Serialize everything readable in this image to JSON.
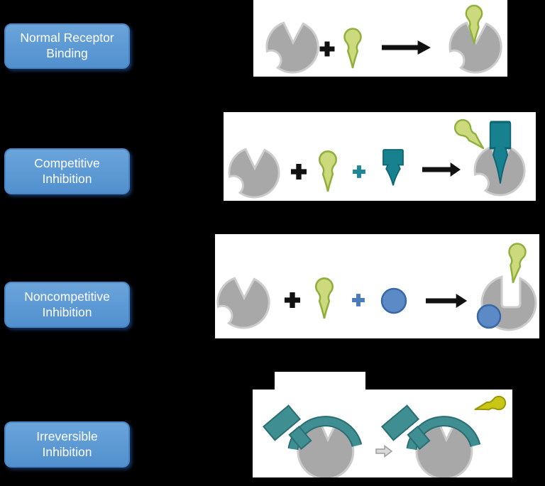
{
  "rows": [
    {
      "label": "Normal Receptor Binding"
    },
    {
      "label": "Competitive Inhibition"
    },
    {
      "label": "Noncompetitive Inhibition"
    },
    {
      "label": "Irreversible Inhibition"
    }
  ],
  "icons": {
    "receptor": "receptor-icon",
    "agonist_ligand": "ligand-icon",
    "competitive_inhibitor": "competitive-inhibitor-icon",
    "allosteric_inhibitor": "allosteric-inhibitor-icon",
    "irreversible_inhibitor": "irreversible-inhibitor-icon",
    "plus": "plus-icon",
    "reaction_arrow": "arrow-icon",
    "hollow_arrow": "hollow-arrow-icon"
  },
  "colors": {
    "background": "#000000",
    "panel_bg": "#ffffff",
    "label_fill_top": "#6aa4da",
    "label_fill_bottom": "#5190cf",
    "label_border": "#4a86c2",
    "label_text": "#ffffff",
    "receptor_gray": "#a8a8a8",
    "receptor_outline": "#cccccc",
    "ligand_green": "#ccd97c",
    "ligand_green_stroke": "#8fb03c",
    "inhibitor_teal": "#17818f",
    "inhibitor_teal_stroke": "#0f6673",
    "allosteric_blue": "#5b8ac6",
    "allosteric_blue_stroke": "#3a68a4",
    "plus_black": "#111111",
    "plus_teal": "#1d8795",
    "plus_blue": "#4a7cba",
    "arrow_black": "#111111",
    "irreversible_teal": "#3f8e92",
    "irreversible_teal_stroke": "#2a6e74",
    "yellow_ligand": "#c9c713",
    "yellow_ligand_stroke": "#98960a",
    "hollow_arrow_fill": "#d9d9d9",
    "hollow_arrow_stroke": "#9e9e9e"
  }
}
